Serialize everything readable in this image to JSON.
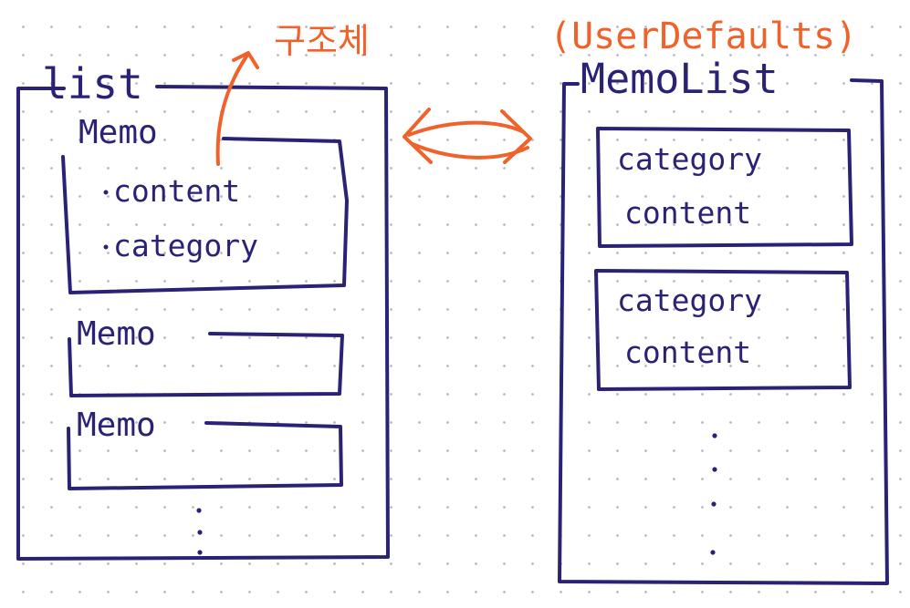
{
  "colors": {
    "ink": "#2a2275",
    "accent": "#f1622a",
    "grid_dots": "#b9b9c6"
  },
  "left_panel": {
    "title": "list",
    "memos": [
      {
        "label": "Memo",
        "fields": [
          "content",
          "category"
        ]
      },
      {
        "label": "Memo",
        "fields": []
      },
      {
        "label": "Memo",
        "fields": []
      }
    ],
    "annotation": "구조체"
  },
  "connector": {
    "icon": "double-arrow-icon"
  },
  "right_panel": {
    "storage_label": "(UserDefaults)",
    "title": "MemoList",
    "items": [
      {
        "line1": "category",
        "line2": "content"
      },
      {
        "line1": "category",
        "line2": "content"
      }
    ]
  }
}
